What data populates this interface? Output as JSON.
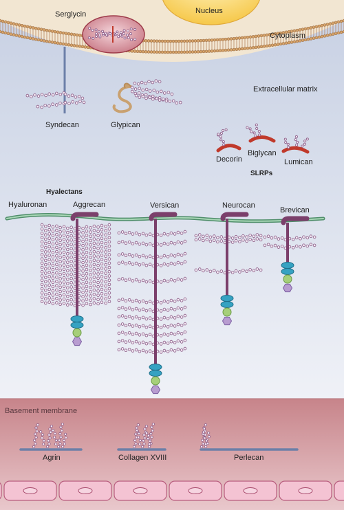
{
  "labels": {
    "nucleus": "Nucleus",
    "serglycin": "Serglycin",
    "cytoplasm": "Cytoplasm",
    "extracellular_matrix": "Extracellular matrix",
    "syndecan": "Syndecan",
    "glypican": "Glypican",
    "decorin": "Decorin",
    "biglycan": "Biglycan",
    "lumican": "Lumican",
    "slrps": "SLRPs",
    "hyalectans": "Hyalectans",
    "hyaluronan": "Hyaluronan",
    "aggrecan": "Aggrecan",
    "versican": "Versican",
    "neurocan": "Neurocan",
    "brevican": "Brevican",
    "basement_membrane": "Basement membrane",
    "agrin": "Agrin",
    "collagen_xviii": "Collagen XVIII",
    "perlecan": "Perlecan"
  },
  "colors": {
    "cytoplasm": "#f1e6d3",
    "matrix_top": "#c9d2e4",
    "matrix_bottom": "#eef1f8",
    "basement": "#c9868b",
    "nucleus": "#f9d260",
    "core_protein": "#7b3f6b",
    "hyaluronan": "#5e9d76",
    "gag_chain": "#b88cb0",
    "slrp_core": "#c0392b",
    "domain_blue": "#36a2c2",
    "domain_green": "#a6cf7a",
    "domain_purple": "#b89cd0",
    "cell": "#f4c3d3"
  }
}
